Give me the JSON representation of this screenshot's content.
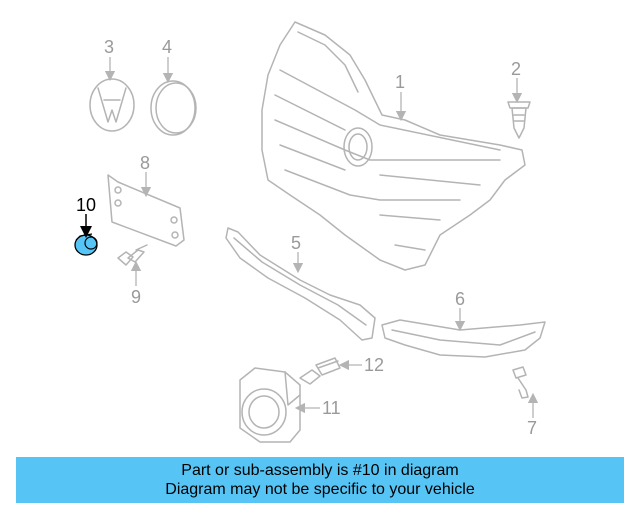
{
  "diagram": {
    "callouts": [
      "1",
      "2",
      "3",
      "4",
      "5",
      "6",
      "7",
      "8",
      "9",
      "10",
      "11",
      "12"
    ],
    "highlighted_callout": "10",
    "colors": {
      "part_line": "#b4b4b4",
      "callout_text": "#9a9a9a",
      "highlight_fill": "#56c5f5",
      "highlight_text": "#000000"
    }
  },
  "banner": {
    "line1": "Part or sub-assembly is #10 in diagram",
    "line2": "Diagram may not be specific to your vehicle",
    "background": "#56c5f5"
  }
}
